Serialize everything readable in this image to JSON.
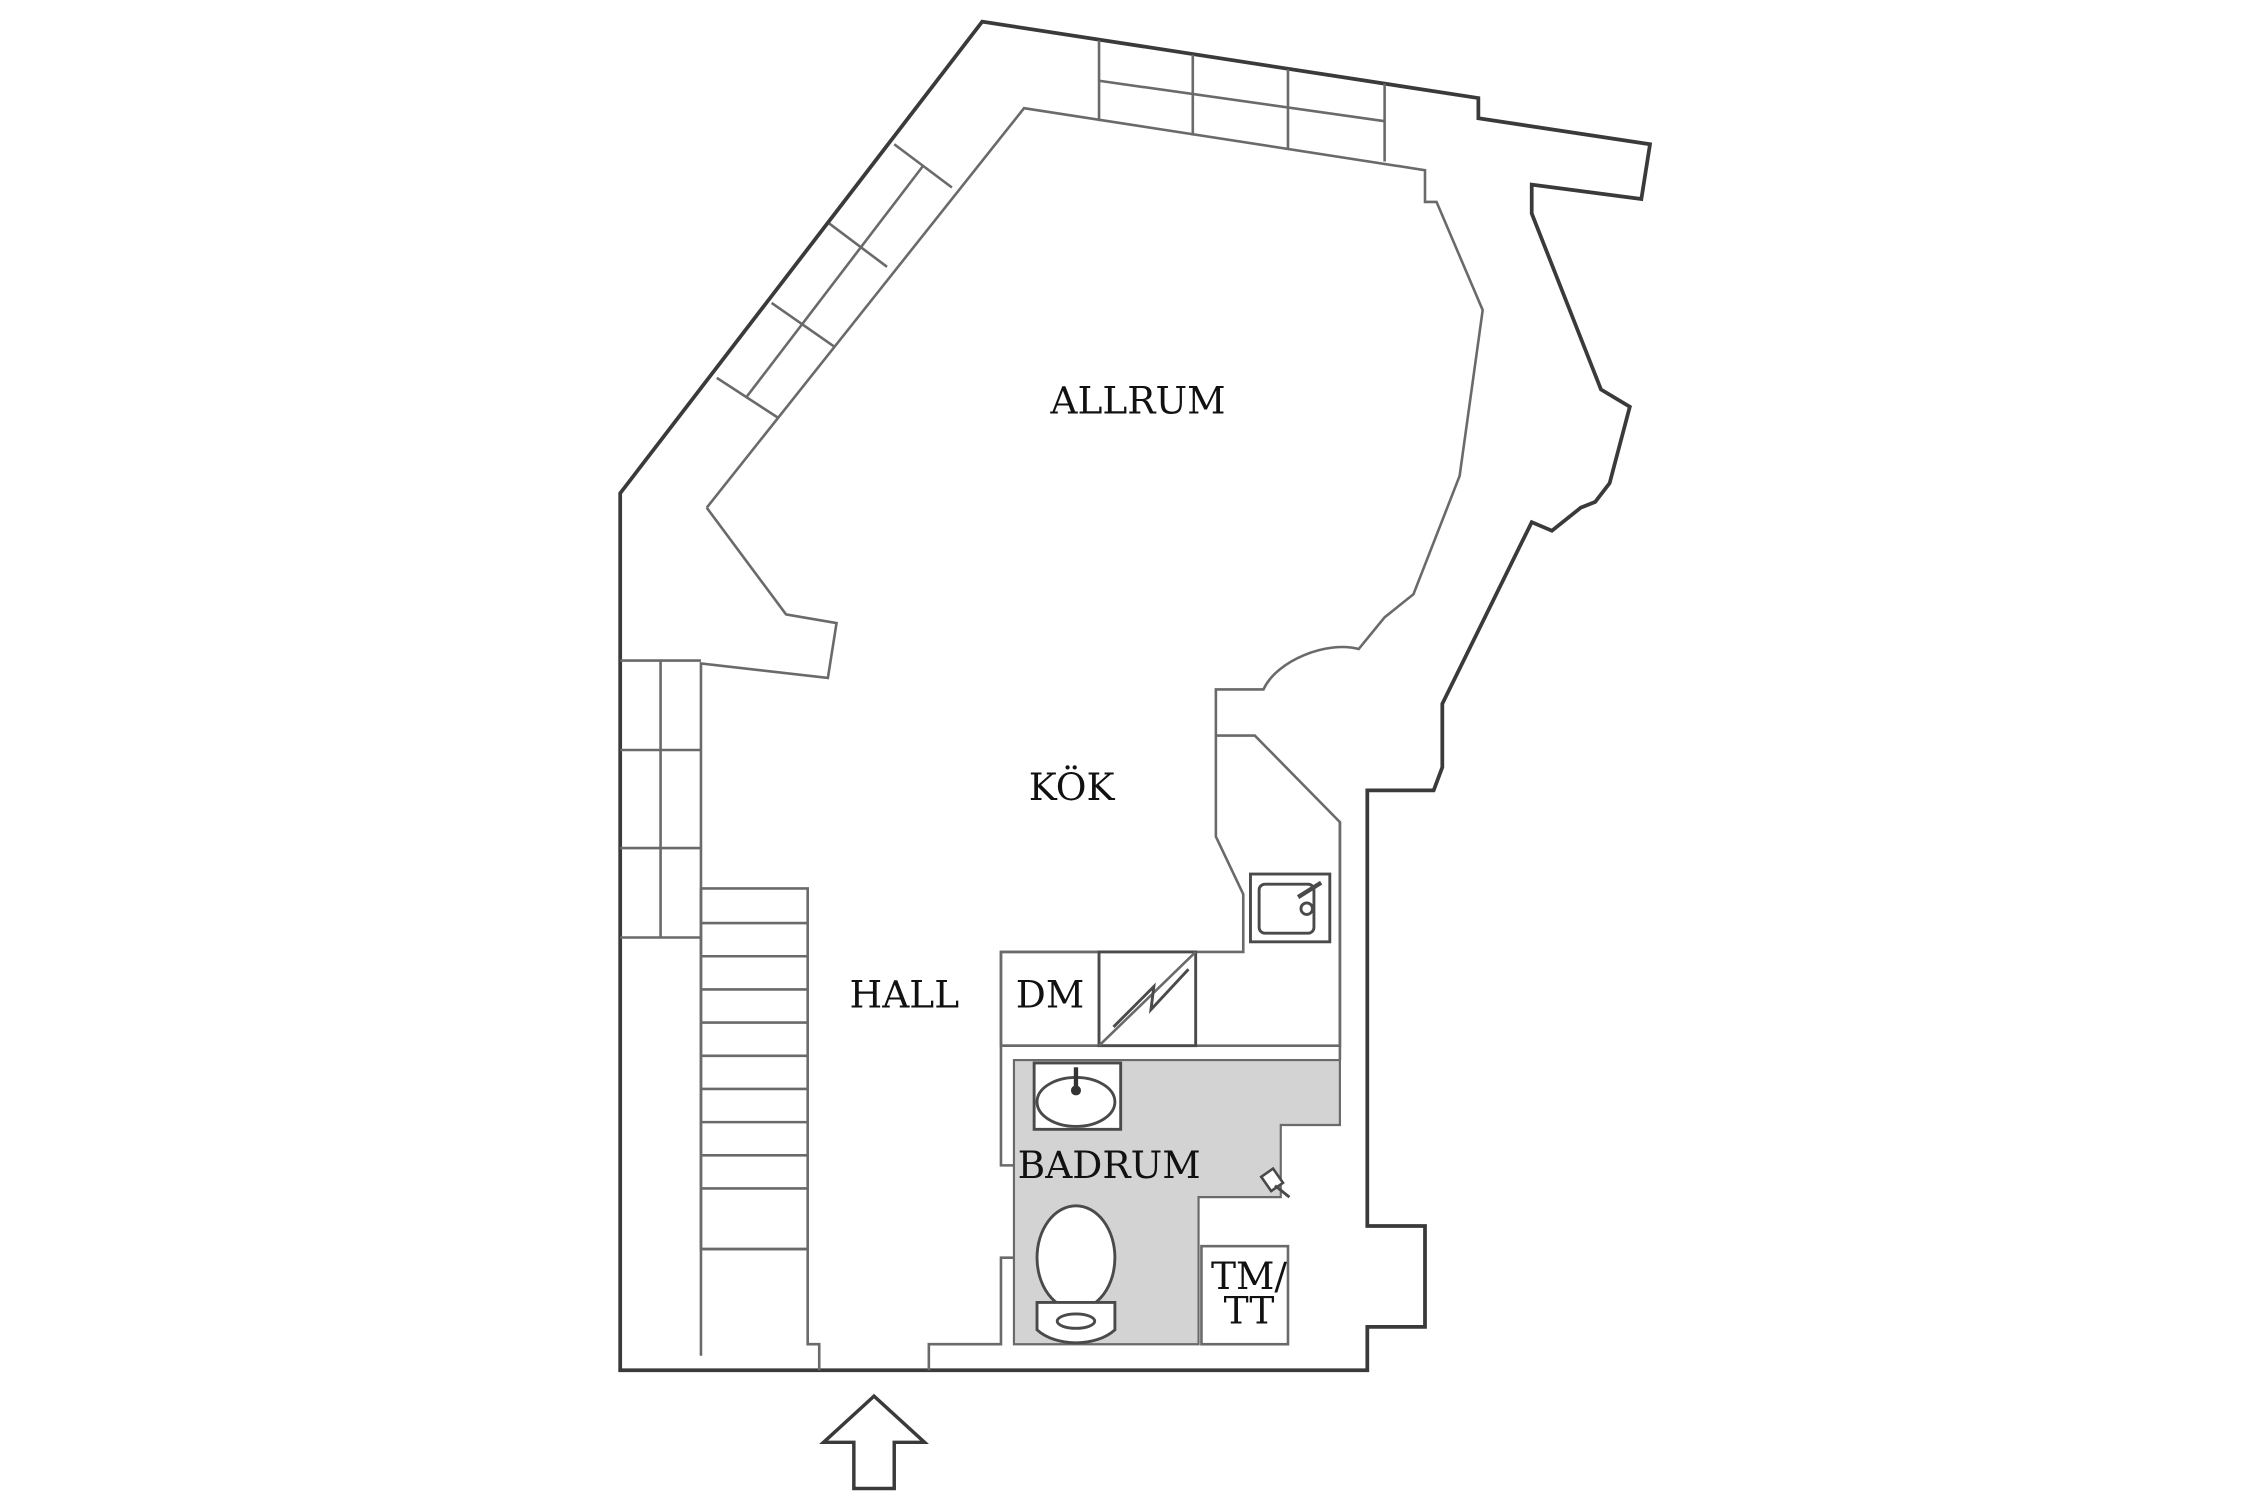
{
  "rooms": {
    "allrum": "ALLRUM",
    "kok": "KÖK",
    "hall": "HALL",
    "dm": "DM",
    "badrum": "BADRUM",
    "tm_line1": "TM/",
    "tm_line2": "TT"
  },
  "colors": {
    "wall": "#3a3a3a",
    "bathroom_floor": "#d3d3d3",
    "background": "#ffffff"
  },
  "icons": [
    "entrance-arrow-icon",
    "sink-icon",
    "washbasin-icon",
    "toilet-icon",
    "stove-icon",
    "faucet-icon"
  ]
}
